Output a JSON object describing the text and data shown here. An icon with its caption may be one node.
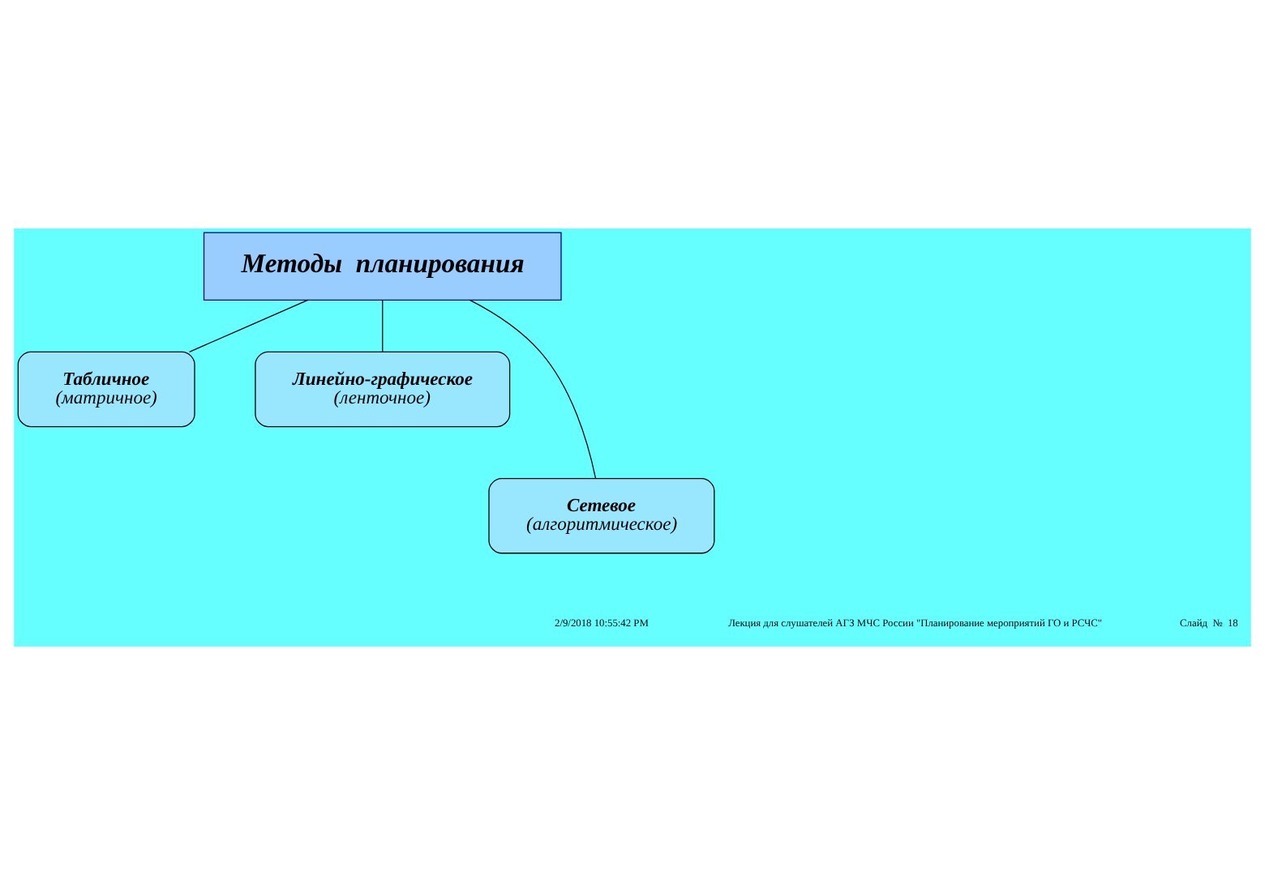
{
  "diagram": {
    "nodes": [
      {
        "text": [
          "Методы  планирования"
        ]
      },
      {
        "text": [
          "Табличное",
          "(матричное)"
        ]
      },
      {
        "text": [
          "Линейно-графическое",
          "(ленточное)"
        ]
      },
      {
        "text": [
          "Сетевое",
          "(алгоритмическое)"
        ]
      }
    ],
    "edges": [
      {
        "from": 0,
        "to": 1,
        "arrow": "none"
      },
      {
        "from": 0,
        "to": 2,
        "arrow": "none"
      },
      {
        "from": 0,
        "to": 3,
        "arrow": "none"
      }
    ],
    "labels": [
      "2/9/2018 10:55:42 PM",
      "Лекция для слушателей АГЗ МЧС России \"Планирование мероприятий ГО и РСЧС\"",
      "Слайд  №  18"
    ]
  }
}
